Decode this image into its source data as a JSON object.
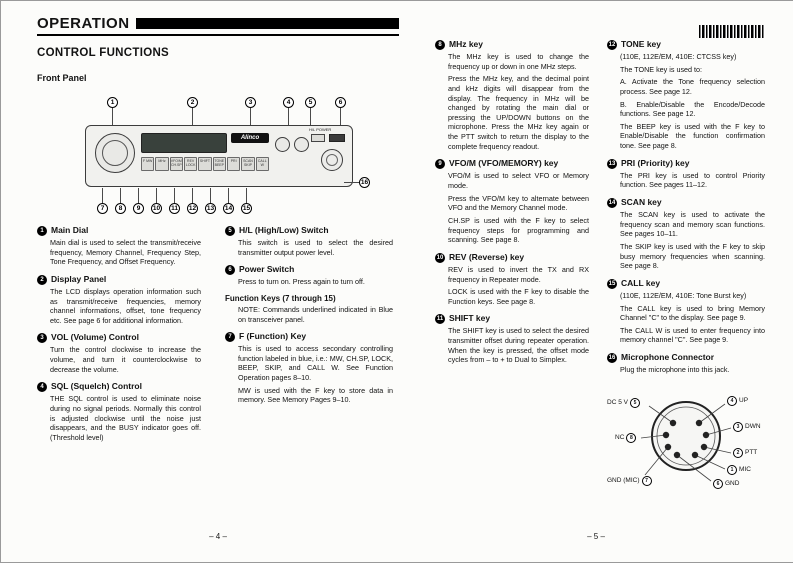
{
  "left_page": {
    "header": "OPERATION",
    "section_title": "CONTROL FUNCTIONS",
    "subsection_title": "Front Panel",
    "page_number": "– 4 –",
    "diagram": {
      "brand": "Alinco",
      "hl_power_label": "H/L POWER",
      "buttons": [
        "F MW",
        "MHz",
        "VFO/M CH.SP",
        "REV LOCK",
        "SHIFT",
        "TONE BEEP",
        "PRI",
        "SCAN SKIP",
        "CALL W"
      ],
      "callouts_top": [
        "1",
        "2",
        "3",
        "4",
        "5",
        "6"
      ],
      "callouts_bottom": [
        "7",
        "8",
        "9",
        "10",
        "11",
        "12",
        "13",
        "14",
        "15"
      ],
      "callout_mic": "16"
    },
    "col1": [
      {
        "num": "1",
        "title": "Main Dial",
        "paras": [
          "Main dial is used to select the transmit/receive frequency, Memory Channel, Frequency Step, Tone Frequency, and Offset Frequency."
        ]
      },
      {
        "num": "2",
        "title": "Display Panel",
        "paras": [
          "The LCD displays operation information such as transmit/receive frequencies, memory channel informations, offset, tone frequency etc. See page 6 for additional information."
        ]
      },
      {
        "num": "3",
        "title": "VOL (Volume) Control",
        "paras": [
          "Turn the control clockwise to increase the volume, and turn it counterclockwise to decrease the volume."
        ]
      },
      {
        "num": "4",
        "title": "SQL (Squelch) Control",
        "paras": [
          "THE SQL control is used to eliminate noise during no signal periods. Normally this control is adjusted clockwise until the noise just disappears, and the BUSY indicator goes off. (Threshold level)"
        ]
      }
    ],
    "col2": [
      {
        "num": "5",
        "title": "H/L (High/Low) Switch",
        "paras": [
          "This switch is used to select the desired transmitter output power level."
        ]
      },
      {
        "num": "6",
        "title": "Power Switch",
        "paras": [
          "Press to turn on. Press again to turn off."
        ]
      },
      {
        "num": "7",
        "title": "F (Function) Key",
        "paras": [
          "This is used to access secondary controlling function labeled in blue, i.e.: MW, CH.SP, LOCK, BEEP, SKIP, and CALL W. See Function Operation pages 8–10.",
          "MW is used with the F key to store data in memory. See Memory Pages 9–10."
        ]
      }
    ],
    "note": {
      "title": "Function Keys (7 through 15)",
      "text": "NOTE: Commands underlined indicated in Blue on transceiver panel."
    }
  },
  "right_page": {
    "page_number": "– 5 –",
    "col1": [
      {
        "num": "8",
        "title": "MHz key",
        "paras": [
          "The MHz key is used to change the frequency up or down in one MHz steps.",
          "Press the MHz key, and the decimal point and kHz digits will disappear from the display. The frequency in MHz will be changed by rotating the main dial or pressing the UP/DOWN buttons on the microphone. Press the MHz key again or the PTT switch to return the display to the complete frequency readout."
        ]
      },
      {
        "num": "9",
        "title": "VFO/M (VFO/MEMORY) key",
        "paras": [
          "VFO/M is used to select VFO or Memory mode.",
          "Press the VFO/M key to alternate between VFO and the Memory Channel mode.",
          "CH.SP is used with the F key to select frequency steps for programming and scanning. See page 8."
        ]
      },
      {
        "num": "10",
        "title": "REV (Reverse) key",
        "paras": [
          "REV is used to invert the TX and RX frequency in Repeater mode.",
          "LOCK is used with the F key to disable the Function keys. See page 8."
        ]
      },
      {
        "num": "11",
        "title": "SHIFT key",
        "paras": [
          "The SHIFT key is used to select the desired transmitter offset during repeater operation. When the key is pressed, the offset mode cycles from – to + to Dual to Simplex."
        ]
      }
    ],
    "col2": [
      {
        "num": "12",
        "title": "TONE key",
        "paras": [
          "(110E, 112E/EM, 410E: CTCSS key)",
          "The TONE key is used to:",
          "A. Activate the Tone frequency selection process. See page 12.",
          "B. Enable/Disable the Encode/Decode functions. See page 12.",
          "The BEEP key is used with the F key to Enable/Disable the function confirmation tone. See page 8."
        ]
      },
      {
        "num": "13",
        "title": "PRI (Priority) key",
        "paras": [
          "The PRI key is used to control Priority function. See pages 11–12."
        ]
      },
      {
        "num": "14",
        "title": "SCAN key",
        "paras": [
          "The SCAN key is used to activate the frequency scan and memory scan functions. See pages 10–11.",
          "The SKIP key is used with the F key to skip busy memory frequencies when scanning. See page 8."
        ]
      },
      {
        "num": "15",
        "title": "CALL key",
        "paras": [
          "(110E, 112E/EM, 410E: Tone Burst key)",
          "The CALL key is used to bring Memory Channel \"C\" to the display. See page 9.",
          "The CALL W is used to enter frequency into memory channel \"C\". See page 9."
        ]
      },
      {
        "num": "16",
        "title": "Microphone Connector",
        "paras": [
          "Plug the microphone into this jack."
        ]
      }
    ],
    "connector": {
      "dc5v": {
        "num": "5",
        "label": "DC 5 V"
      },
      "up": {
        "num": "4",
        "label": "UP"
      },
      "dwn": {
        "num": "3",
        "label": "DWN"
      },
      "nc": {
        "num": "8",
        "label": "NC"
      },
      "ptt": {
        "num": "2",
        "label": "PTT"
      },
      "mic": {
        "num": "1",
        "label": "MIC"
      },
      "gnd_mic": {
        "num": "7",
        "label": "GND (MIC)"
      },
      "gnd": {
        "num": "6",
        "label": "GND"
      }
    }
  }
}
